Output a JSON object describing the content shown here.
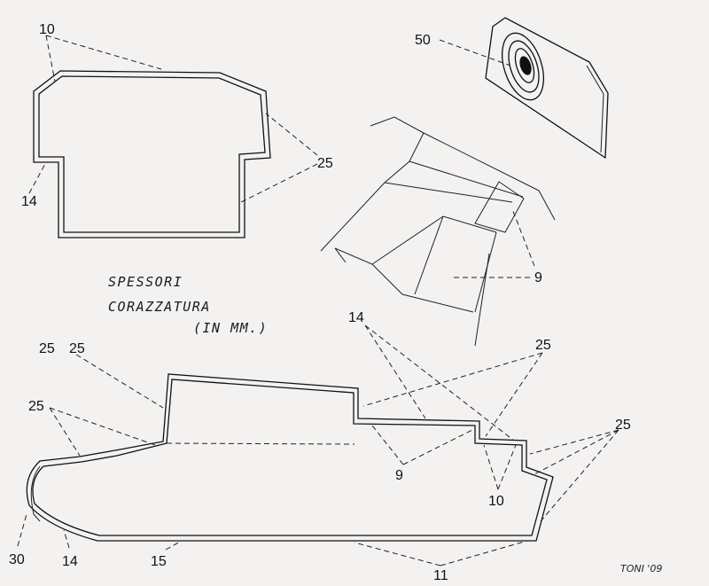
{
  "title_lines": [
    "SPESSORI",
    "CORAZZATURA",
    "(IN MM.)"
  ],
  "signature": "TONI '09",
  "labels": {
    "turret_top": "10",
    "turret_sides": "25",
    "turret_base": "14",
    "mantlet": "50",
    "front_plate": "9",
    "hull_25a": "25",
    "hull_25b": "25",
    "hull_nose_25": "25",
    "hull_14_top": "14",
    "hull_25_right": "25",
    "hull_25_rear": "25",
    "hull_9": "9",
    "hull_10": "10",
    "hull_30": "30",
    "hull_14_bottom": "14",
    "hull_15": "15",
    "hull_11": "11"
  }
}
